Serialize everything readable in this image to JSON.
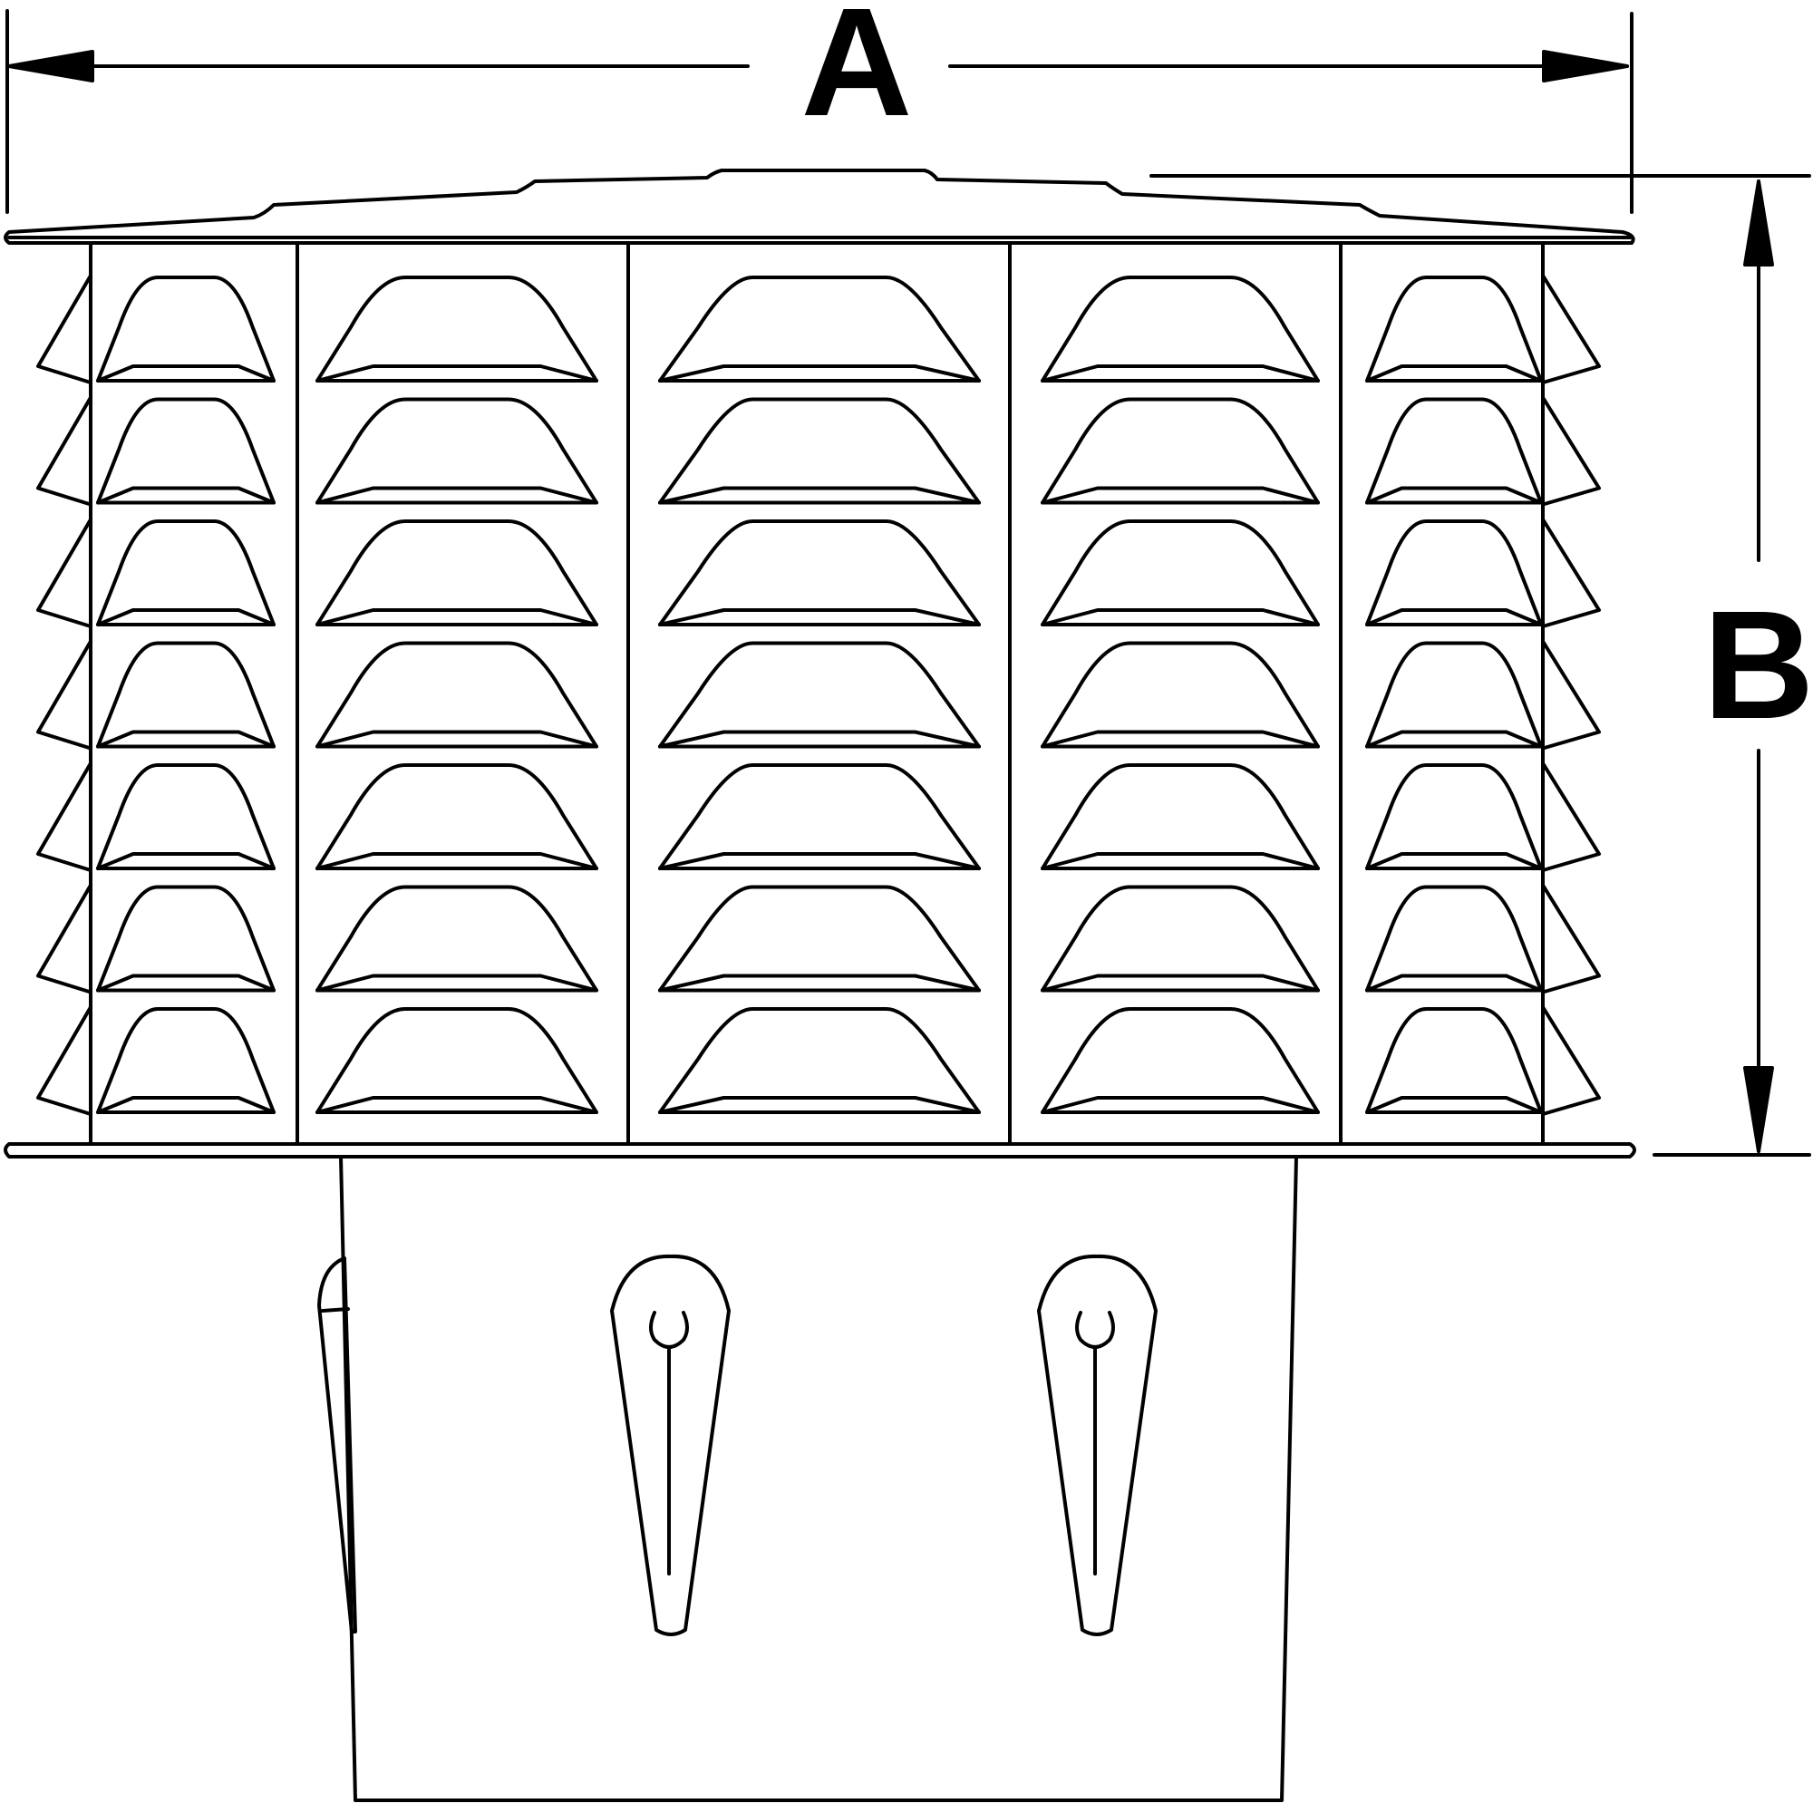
{
  "dimensions": {
    "width_label": "A",
    "height_label": "B"
  },
  "louvers": {
    "columns": 5,
    "rows": 7
  },
  "mounting_clips": 2,
  "colors": {
    "line": "#000000",
    "background": "#ffffff"
  }
}
